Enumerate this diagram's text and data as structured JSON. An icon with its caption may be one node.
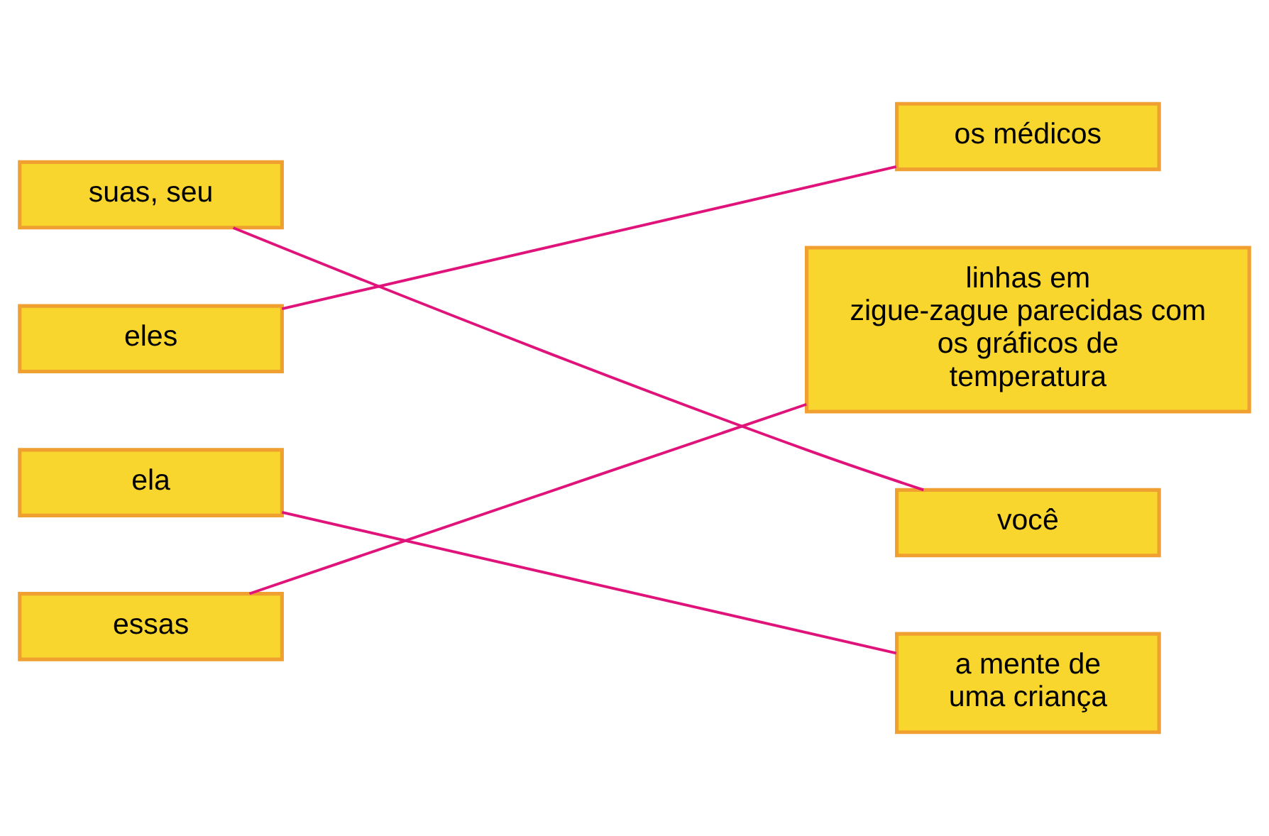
{
  "diagram": {
    "nodes": [
      {
        "text": [
          "suas, seu"
        ]
      },
      {
        "text": [
          "eles"
        ]
      },
      {
        "text": [
          "ela"
        ]
      },
      {
        "text": [
          "essas"
        ]
      },
      {
        "text": [
          "os médicos"
        ]
      },
      {
        "text": [
          "linhas em zigue-zague parecidas com os gráficos de temperatura"
        ]
      },
      {
        "text": [
          "você"
        ]
      },
      {
        "text": [
          "a mente de uma criança"
        ]
      }
    ],
    "edges": [
      {
        "from": 0,
        "to": 6,
        "arrow": "none",
        "color": "#e0137a"
      },
      {
        "from": 1,
        "to": 4,
        "arrow": "none",
        "color": "#e0137a"
      },
      {
        "from": 2,
        "to": 7,
        "arrow": "none",
        "color": "#e0137a"
      },
      {
        "from": 3,
        "to": 5,
        "arrow": "none",
        "color": "#e0137a"
      }
    ]
  }
}
